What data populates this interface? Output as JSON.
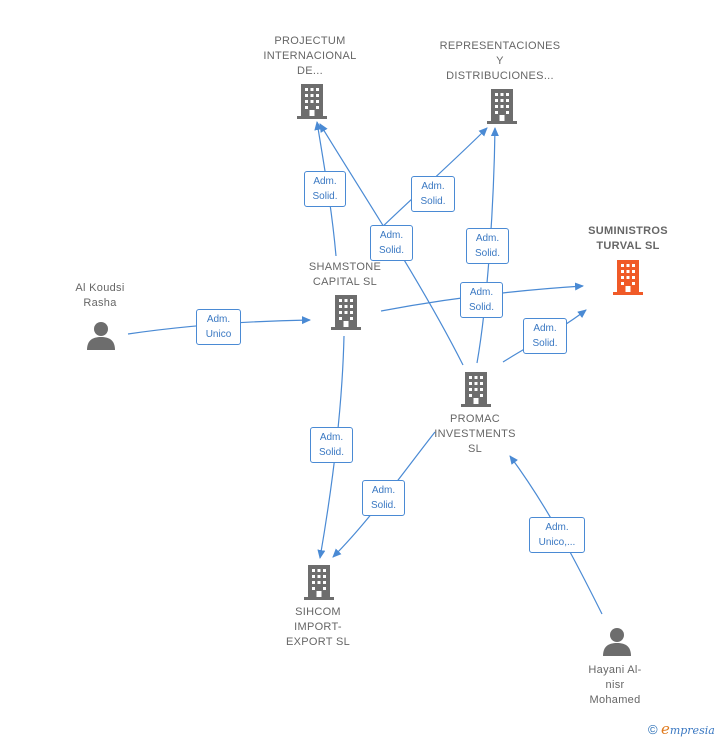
{
  "nodes": {
    "projectum": {
      "label": "PROJECTUM\nINTERNACIONAL\nDE...",
      "type": "company",
      "color": "#6d6d6d"
    },
    "representaciones": {
      "label": "REPRESENTACIONES\nY\nDISTRIBUCIONES...",
      "type": "company",
      "color": "#6d6d6d"
    },
    "suministros": {
      "label": "SUMINISTROS\nTURVAL  SL",
      "type": "company",
      "color": "#f05a28"
    },
    "shamstone": {
      "label": "SHAMSTONE\nCAPITAL  SL",
      "type": "company",
      "color": "#6d6d6d"
    },
    "alkoudsi": {
      "label": "Al Koudsi\nRasha",
      "type": "person",
      "color": "#6d6d6d"
    },
    "promac": {
      "label": "PROMAC\nINVESTMENTS\nSL",
      "type": "company",
      "color": "#6d6d6d"
    },
    "sihcom": {
      "label": "SIHCOM\nIMPORT-\nEXPORT SL",
      "type": "company",
      "color": "#6d6d6d"
    },
    "hayani": {
      "label": "Hayani Al-\nnisr\nMohamed",
      "type": "person",
      "color": "#6d6d6d"
    }
  },
  "edges": [
    {
      "id": "e1",
      "label": "Adm.\nSolid."
    },
    {
      "id": "e2",
      "label": "Adm.\nSolid."
    },
    {
      "id": "e3",
      "label": "Adm.\nSolid."
    },
    {
      "id": "e4",
      "label": "Adm.\nSolid."
    },
    {
      "id": "e5",
      "label": "Adm.\nSolid."
    },
    {
      "id": "e6",
      "label": "Adm.\nSolid."
    },
    {
      "id": "e7",
      "label": "Adm.\nUnico"
    },
    {
      "id": "e8",
      "label": "Adm.\nSolid."
    },
    {
      "id": "e9",
      "label": "Adm.\nSolid."
    },
    {
      "id": "e10",
      "label": "Adm.\nUnico,..."
    }
  ],
  "edge_color": "#4a8ad4",
  "copyright": {
    "symbol": "©",
    "e": "e",
    "brand": "mpresia"
  }
}
